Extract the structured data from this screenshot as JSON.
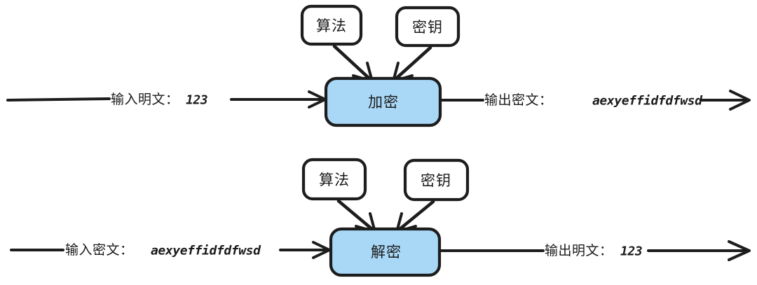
{
  "diagram": {
    "title": "encryption-decryption-flow",
    "colors": {
      "process_fill": "#a9d8f7",
      "stroke": "#1d1d1d",
      "background": "#ffffff",
      "label_box_fill": "#ffffff"
    },
    "rows": [
      {
        "id": "encryption",
        "process_label": "加密",
        "input_label": "输入明文：",
        "input_value": "123",
        "output_label": "输出密文：",
        "output_value": "aexyeffidfdfwsd",
        "param_boxes": [
          {
            "id": "algorithm",
            "label": "算法"
          },
          {
            "id": "key",
            "label": "密钥"
          }
        ]
      },
      {
        "id": "decryption",
        "process_label": "解密",
        "input_label": "输入密文：",
        "input_value": "aexyeffidfdfwsd",
        "output_label": "输出明文：",
        "output_value": "123",
        "param_boxes": [
          {
            "id": "algorithm",
            "label": "算法"
          },
          {
            "id": "key",
            "label": "密钥"
          }
        ]
      }
    ]
  }
}
